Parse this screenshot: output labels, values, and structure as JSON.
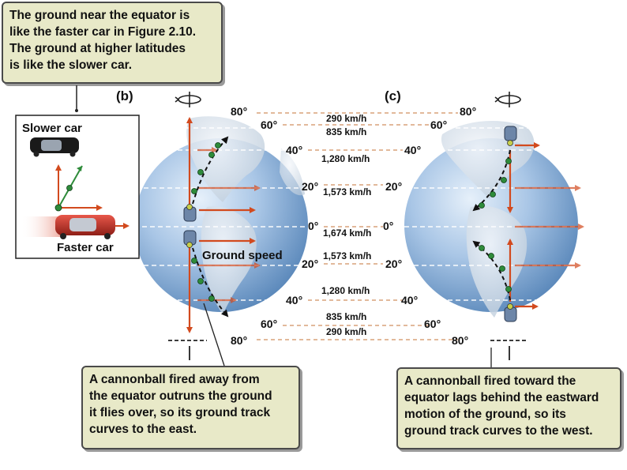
{
  "callouts": {
    "top": [
      "The ground near the equator is",
      "like the faster car in Figure 2.10.",
      "The ground at higher latitudes",
      "is like the slower car."
    ],
    "bottom_left": [
      "A cannonball fired away from",
      "the equator outruns the ground",
      "it flies over, so its ground track",
      "curves to the east."
    ],
    "bottom_right": [
      "A cannonball fired toward the",
      "equator lags behind the eastward",
      "motion of the ground, so its",
      "ground track curves to the west."
    ]
  },
  "panels": {
    "b": "(b)",
    "c": "(c)"
  },
  "cars": {
    "slower": "Slower car",
    "faster": "Faster car"
  },
  "ground_speed_label": "Ground speed",
  "latitudes": {
    "l80": "80°",
    "l60": "60°",
    "l40": "40°",
    "l20": "20°",
    "l0": "0°"
  },
  "speeds": {
    "s80": "290 km/h",
    "s60": "835 km/h",
    "s40": "1,280 km/h",
    "s20": "1,573 km/h",
    "s0": "1,674 km/h"
  },
  "colors": {
    "arrow": "#d24a1e",
    "ocean": "#7aa6d3",
    "callout_bg": "#e8e9c8",
    "track_dot": "#2e8b3a"
  },
  "icons": [
    "rotation-icon",
    "cannon-icon",
    "car-icon"
  ]
}
